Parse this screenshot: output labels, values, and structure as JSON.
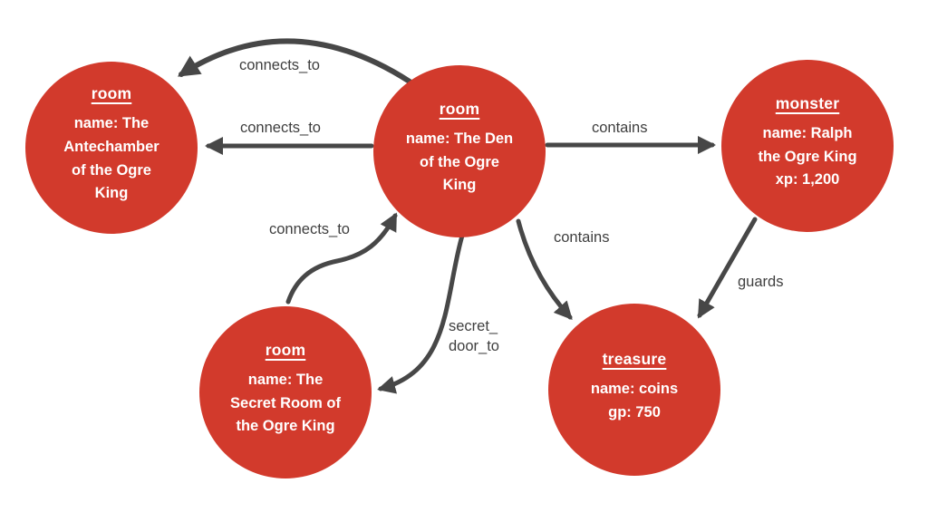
{
  "diagram": {
    "title": "dungeon-graph",
    "colors": {
      "node": "#d23a2c",
      "node_text": "#ffffff",
      "arrow": "#474747",
      "label_text": "#3f3f3f",
      "background": "#ffffff"
    },
    "nodes": [
      {
        "id": "antechamber",
        "label": "room",
        "properties_text": "name: The Antechamber of the Ogre King",
        "lines": [
          "name: The",
          "Antechamber",
          "of the Ogre",
          "King"
        ]
      },
      {
        "id": "den",
        "label": "room",
        "properties_text": "name: The Den of the Ogre King",
        "lines": [
          "name: The Den",
          "of the Ogre",
          "King"
        ]
      },
      {
        "id": "monster",
        "label": "monster",
        "properties_text": "name: Ralph the Ogre King, xp: 1,200",
        "lines": [
          "name: Ralph",
          "the Ogre King",
          "xp: 1,200"
        ]
      },
      {
        "id": "secret-room",
        "label": "room",
        "properties_text": "name: The Secret Room of the Ogre King",
        "lines": [
          "name: The",
          "Secret Room of",
          "the Ogre King"
        ]
      },
      {
        "id": "treasure",
        "label": "treasure",
        "properties_text": "name: coins, gp: 750",
        "lines": [
          "name: coins",
          "gp: 750"
        ]
      }
    ],
    "edges": [
      {
        "label": "connects_to",
        "from": "den",
        "to": "antechamber",
        "shape": "curved-arc"
      },
      {
        "label": "connects_to",
        "from": "den",
        "to": "antechamber",
        "shape": "straight"
      },
      {
        "label": "contains",
        "from": "den",
        "to": "monster",
        "shape": "straight"
      },
      {
        "label": "connects_to",
        "from": "secret-room",
        "to": "den",
        "shape": "s-curve"
      },
      {
        "label": "contains",
        "from": "den",
        "to": "treasure",
        "shape": "slight-curve"
      },
      {
        "label": "secret_door_to",
        "from": "den",
        "to": "secret-room",
        "shape": "curve",
        "label_lines": [
          "secret_",
          "door_to"
        ]
      },
      {
        "label": "guards",
        "from": "monster",
        "to": "treasure",
        "shape": "straight"
      }
    ]
  }
}
